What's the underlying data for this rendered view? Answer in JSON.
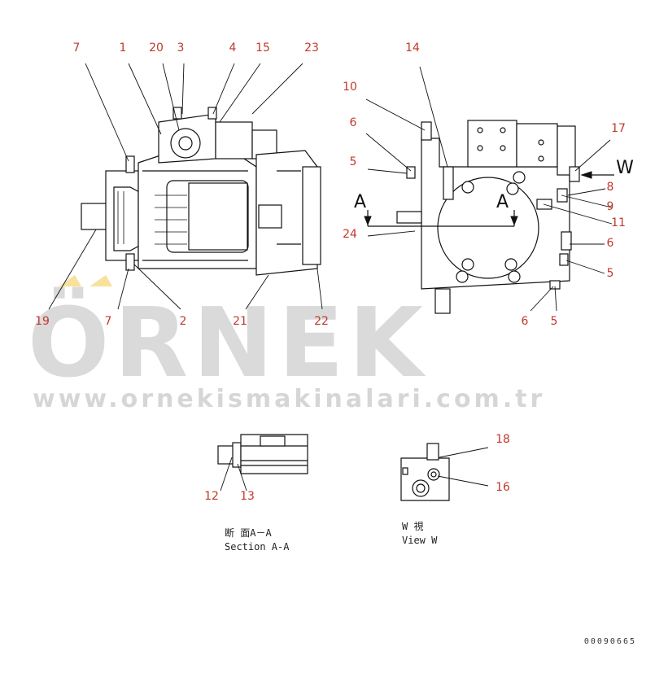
{
  "watermark": {
    "brand": "ÖRNEK",
    "url": "www.ornekismakinalari.com.tr"
  },
  "main_view_callouts": [
    "7",
    "1",
    "20",
    "3",
    "4",
    "15",
    "23",
    "19",
    "7",
    "2",
    "21",
    "22"
  ],
  "side_view_callouts": [
    "14",
    "10",
    "6",
    "5",
    "17",
    "W",
    "8",
    "9",
    "11",
    "24",
    "6",
    "5",
    "6",
    "5"
  ],
  "section_markers": [
    "A",
    "A"
  ],
  "section_view": {
    "callouts": [
      "12",
      "13"
    ],
    "caption_jp": "断 面A－A",
    "caption_en": "Section A-A"
  },
  "view_w": {
    "callouts": [
      "18",
      "16"
    ],
    "caption_jp": "W 視",
    "caption_en": "View W"
  },
  "document_number": "00090665",
  "colors": {
    "callout": "#c0392b",
    "line": "#111111",
    "watermark": "#dadada",
    "watermark_accent": "#f2c94c"
  }
}
